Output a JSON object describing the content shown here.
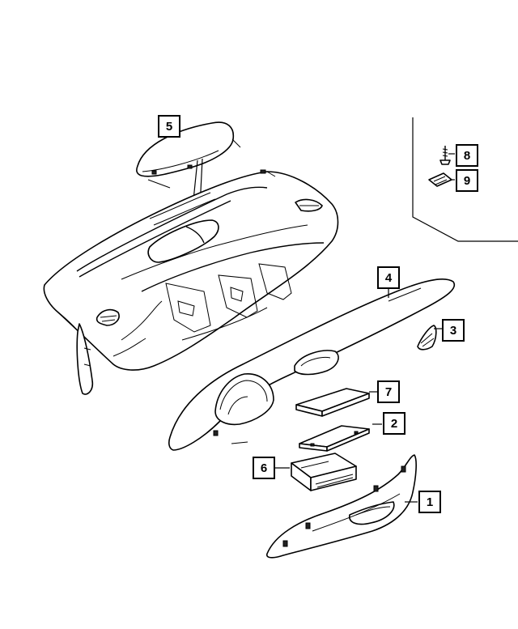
{
  "diagram": {
    "callouts": [
      {
        "id": "callout-5",
        "label": "5"
      },
      {
        "id": "callout-8",
        "label": "8"
      },
      {
        "id": "callout-9",
        "label": "9"
      },
      {
        "id": "callout-4",
        "label": "4"
      },
      {
        "id": "callout-3",
        "label": "3"
      },
      {
        "id": "callout-7",
        "label": "7"
      },
      {
        "id": "callout-2",
        "label": "2"
      },
      {
        "id": "callout-6",
        "label": "6"
      },
      {
        "id": "callout-1",
        "label": "1"
      }
    ]
  }
}
